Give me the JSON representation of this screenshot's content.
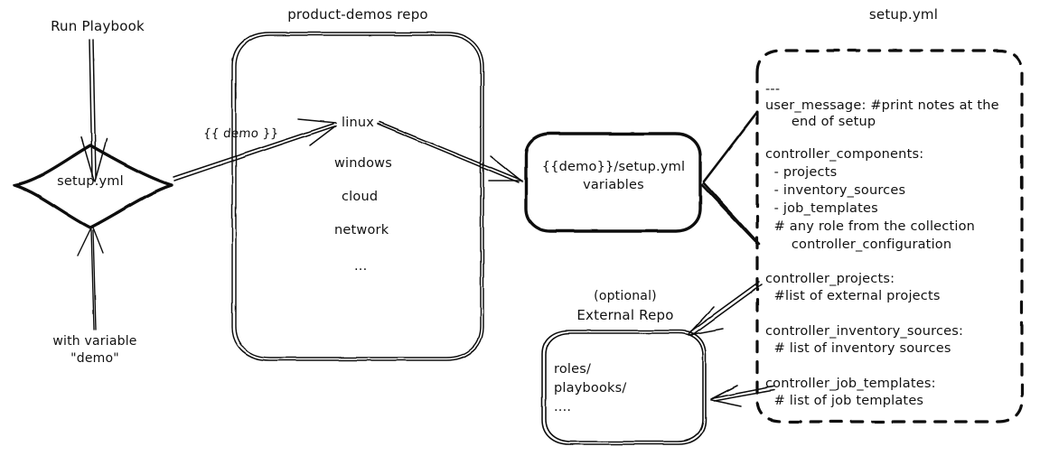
{
  "diagram": {
    "title": "Ansible product-demos setup.yml flow",
    "ink_color": "#111111",
    "background": "#ffffff"
  },
  "run_playbook": {
    "label": "Run Playbook"
  },
  "with_variable": {
    "line1": "with variable",
    "line2": "\"demo\""
  },
  "setup_diamond": {
    "label": "setup.yml"
  },
  "demo_edge": {
    "label": "{{ demo }}"
  },
  "repo_box": {
    "title": "product-demos repo",
    "items": [
      "linux",
      "windows",
      "cloud",
      "network",
      "..."
    ]
  },
  "vars_box": {
    "line1": "{{demo}}/setup.yml",
    "line2": "variables"
  },
  "external_repo": {
    "title_line1": "(optional)",
    "title_line2": "External Repo",
    "items": [
      "roles/",
      "playbooks/",
      "...."
    ]
  },
  "setup_yml_file": {
    "title": "setup.yml",
    "blocks": [
      {
        "name": "doc-start",
        "lines": [
          "---"
        ]
      },
      {
        "name": "user-message",
        "lines": [
          "user_message: #print notes at the",
          "      end of setup"
        ]
      },
      {
        "name": "controller-components",
        "lines": [
          "controller_components:",
          "  - projects",
          "  - inventory_sources",
          "  - job_templates",
          "  # any role from the collection",
          "      controller_configuration"
        ]
      },
      {
        "name": "controller-projects",
        "lines": [
          "controller_projects:",
          "  #list of external projects"
        ]
      },
      {
        "name": "controller-inventory-sources",
        "lines": [
          "controller_inventory_sources:",
          "  # list of inventory sources"
        ]
      },
      {
        "name": "controller-job-templates",
        "lines": [
          "controller_job_templates:",
          "  # list of job templates"
        ]
      }
    ]
  }
}
